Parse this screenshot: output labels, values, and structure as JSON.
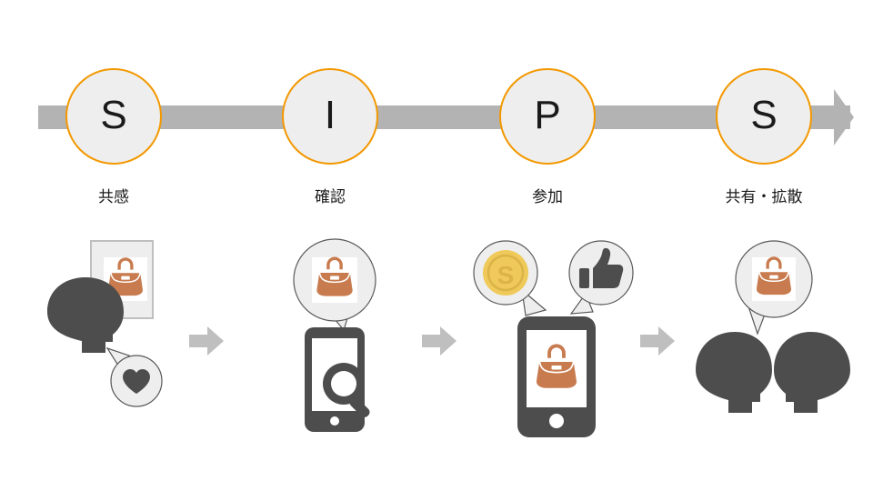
{
  "diagram": {
    "title_model": "SIPS",
    "accent_color": "#f39800",
    "bar_color": "#b3b3b3",
    "circle_fill": "#eeeeee",
    "silhouette_color": "#4d4d4d",
    "bag_color": "#c87b4e",
    "coin_color": "#efca5a",
    "steps": [
      {
        "letter": "S",
        "label": "共感",
        "meaning_icon": "head-with-heart-icon"
      },
      {
        "letter": "I",
        "label": "確認",
        "meaning_icon": "phone-search-icon"
      },
      {
        "letter": "P",
        "label": "参加",
        "meaning_icon": "phone-purchase-like-icon"
      },
      {
        "letter": "S",
        "label": "共有・拡散",
        "meaning_icon": "two-heads-sharing-icon"
      }
    ],
    "flow_arrows": [
      {
        "name": "flow-arrow-1"
      },
      {
        "name": "flow-arrow-2"
      },
      {
        "name": "flow-arrow-3"
      }
    ],
    "scene_icons": {
      "scene1": [
        "person-head-icon",
        "framed-handbag-photo-icon",
        "heart-bubble-icon"
      ],
      "scene2": [
        "handbag-speech-bubble-icon",
        "smartphone-search-icon"
      ],
      "scene3": [
        "coin-speech-bubble-icon",
        "thumbs-up-speech-bubble-icon",
        "smartphone-handbag-icon"
      ],
      "scene4": [
        "handbag-speech-bubble-icon",
        "person-head-icon",
        "person-head-icon"
      ]
    }
  }
}
